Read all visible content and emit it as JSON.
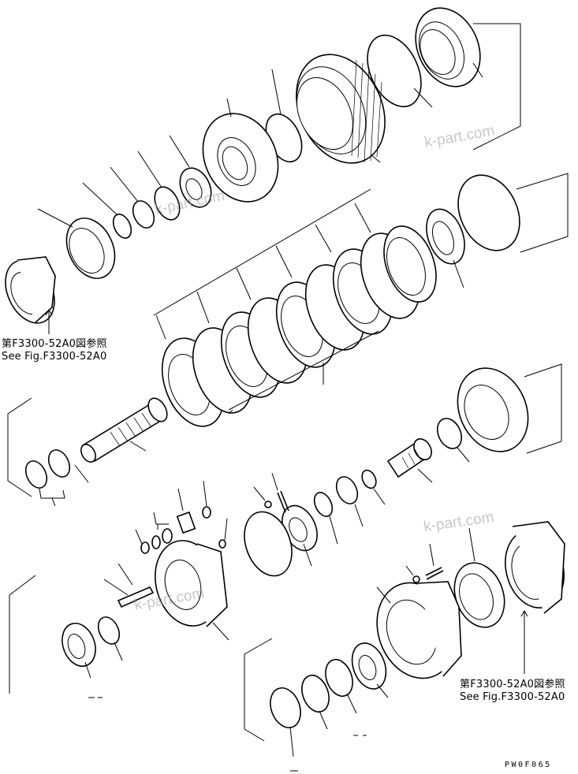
{
  "references": {
    "top_left": {
      "jp": "第F3300-52A0図参照",
      "en": "See Fig.F3300-52A0"
    },
    "bottom_right": {
      "jp": "第F3300-52A0図参照",
      "en": "See Fig.F3300-52A0"
    }
  },
  "drawing_code": "PW0F065",
  "watermarks": [
    "k-part.com",
    "k-part.com",
    "k-part.com",
    "k-part.com"
  ],
  "colors": {
    "line": "#000000",
    "background": "#ffffff",
    "watermark": "#9a9a9a"
  }
}
